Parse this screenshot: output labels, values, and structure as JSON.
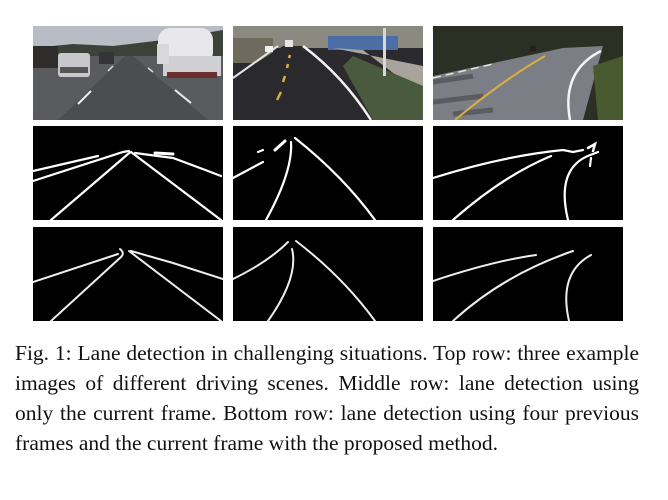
{
  "figure": {
    "label": "Fig. 1:",
    "caption": "Fig. 1: Lane detection in challenging situations. Top row: three example images of different driving scenes. Middle row: lane detection using only the current frame. Bottom row: lane detection using four previous frames and the current frame with the proposed method.",
    "rows": [
      {
        "name": "Top row",
        "description": "three example images of different driving scenes"
      },
      {
        "name": "Middle row",
        "description": "lane detection using only the current frame"
      },
      {
        "name": "Bottom row",
        "description": "lane detection using four previous frames and the current frame with the proposed method"
      }
    ],
    "columns": [
      {
        "scene": "highway with vehicles and tanker truck"
      },
      {
        "scene": "rural road with yellow dashed center line"
      },
      {
        "scene": "curved road with shadows and yellow center line"
      }
    ],
    "colors": {
      "mask_background": "#000000",
      "lane_line": "#ffffff",
      "road_asphalt": "#4a4a4e",
      "yellow_marking": "#d8b040"
    }
  }
}
